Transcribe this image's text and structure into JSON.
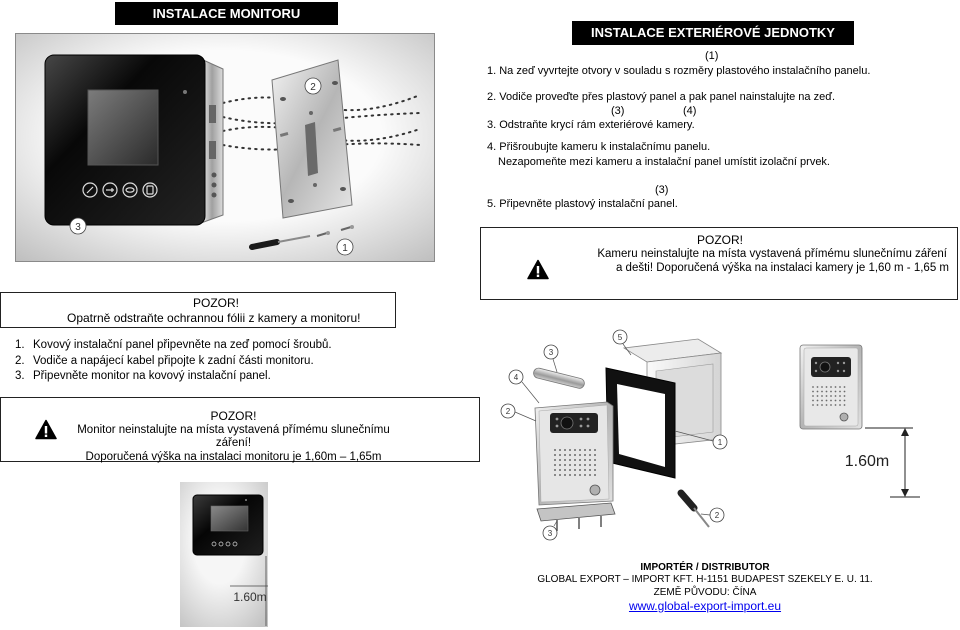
{
  "monitor_section": {
    "header": "INSTALACE MONITORU",
    "figure_labels": {
      "mounting_plate": "2",
      "monitor": "3",
      "screws": "1"
    },
    "caution": {
      "title": "POZOR!",
      "text": "Opatrně odstraňte ochrannou fólii z kamery a monitoru!"
    },
    "steps": [
      {
        "number": "1.",
        "text": "Kovový instalační panel připevněte na zeď pomocí šroubů."
      },
      {
        "number": "2.",
        "text": "Vodiče a napájecí kabel připojte k zadní části monitoru."
      },
      {
        "number": "3.",
        "text": "Připevněte monitor na kovový instalační panel."
      }
    ],
    "warning": {
      "title": "POZOR!",
      "lines": [
        "Monitor neinstalujte na místa vystavená přímému slunečnímu",
        "záření!",
        "Doporučená výška na instalaci monitoru je 1,60m – 1,65m"
      ]
    },
    "height_label": "1.60m"
  },
  "exterior_section": {
    "header": "INSTALACE EXTERIÉROVÉ JEDNOTKY",
    "ref_1": "(1)",
    "step_1": "1. Na zeď vyvrtejte otvory v souladu s rozměry plastového instalačního panelu.",
    "step_2": "2. Vodiče proveďte přes plastový panel a pak panel nainstalujte na zeď.",
    "ref_3a": "(3)",
    "ref_4": "(4)",
    "step_3": "3. Odstraňte krycí rám exteriérové kamery.",
    "step_4": "4. Přišroubujte kameru k instalačnímu panelu.",
    "step_4_note": "Nezapomeňte mezi kameru a instalační panel umístit izolační prvek.",
    "ref_3b": "(3)",
    "step_5": "5. Připevněte plastový instalační panel.",
    "warning": {
      "title": "POZOR!",
      "lines": [
        "Kameru neinstalujte na místa vystavená přímému slunečnímu záření",
        "a dešti! Doporučená výška na instalaci kamery je 1,60 m - 1,65 m"
      ]
    },
    "figure_labels": {
      "rain_cover": "5",
      "top_bar": "3",
      "mounting_panel": "4",
      "back_plate": "2",
      "frame": "1",
      "screwdriver": "2",
      "bottom_piece": "3"
    },
    "height_label": "1.60m"
  },
  "footer": {
    "importer": "IMPORTÉR / DISTRIBUTOR",
    "company": "GLOBAL EXPORT – IMPORT KFT. H-1151 BUDAPEST SZEKELY E. U. 11.",
    "origin": "ZEMĚ PŮVODU: ČÍNA",
    "website": "www.global-export-import.eu"
  },
  "icons": {
    "warning": "warning-triangle-icon"
  },
  "colors": {
    "header_bg": "#000000",
    "header_text": "#ffffff",
    "link": "#0000ee"
  }
}
